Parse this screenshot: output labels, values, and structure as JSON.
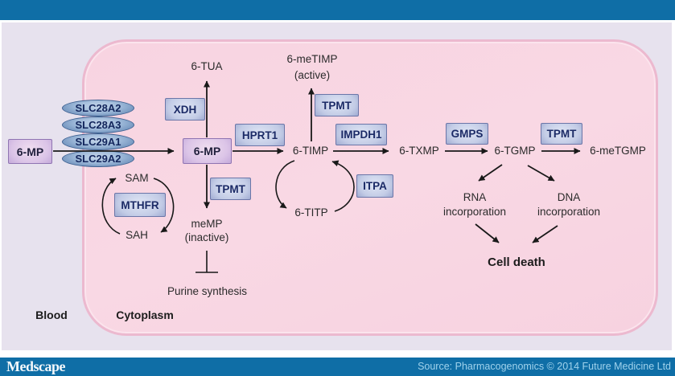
{
  "footer": {
    "logo": "Medscape",
    "source": "Source: Pharmacogenomics © 2014 Future Medicine Ltd"
  },
  "regions": {
    "blood": "Blood",
    "cytoplasm": "Cytoplasm"
  },
  "transporters": [
    "SLC28A2",
    "SLC28A3",
    "SLC29A1",
    "SLC29A2"
  ],
  "metabolites": {
    "mp_blood": "6-MP",
    "mp_cyto": "6-MP",
    "tua": "6-TUA",
    "metimp": "6-meTIMP",
    "metimp_note": "(active)",
    "timp": "6-TIMP",
    "txmp": "6-TXMP",
    "tgmp": "6-TGMP",
    "metgmp": "6-meTGMP",
    "titp": "6-TITP",
    "memp": "meMP",
    "memp_note": "(inactive)",
    "sam": "SAM",
    "sah": "SAH"
  },
  "enzymes": {
    "xdh": "XDH",
    "hprt1": "HPRT1",
    "tpmt_top": "TPMT",
    "impdh1": "IMPDH1",
    "gmps": "GMPS",
    "tpmt_right": "TPMT",
    "tpmt_center": "TPMT",
    "itpa": "ITPA",
    "mthfr": "MTHFR"
  },
  "outcomes": {
    "rna": "RNA",
    "rna_sub": "incorporation",
    "dna": "DNA",
    "dna_sub": "incorporation",
    "cell_death": "Cell death",
    "purine_synthesis": "Purine synthesis"
  },
  "colors": {
    "brand_blue": "#0f6ea6",
    "blood_bg": "#e7e2ee",
    "cytoplasm_bg": "#f9d7e3",
    "cytoplasm_border": "#ecb9cf",
    "enzyme_box": "#8d99c6",
    "metabolite_box": "#bb9fd5",
    "transporter_ellipse": "#7294be",
    "source_text": "#9fd2ec"
  }
}
